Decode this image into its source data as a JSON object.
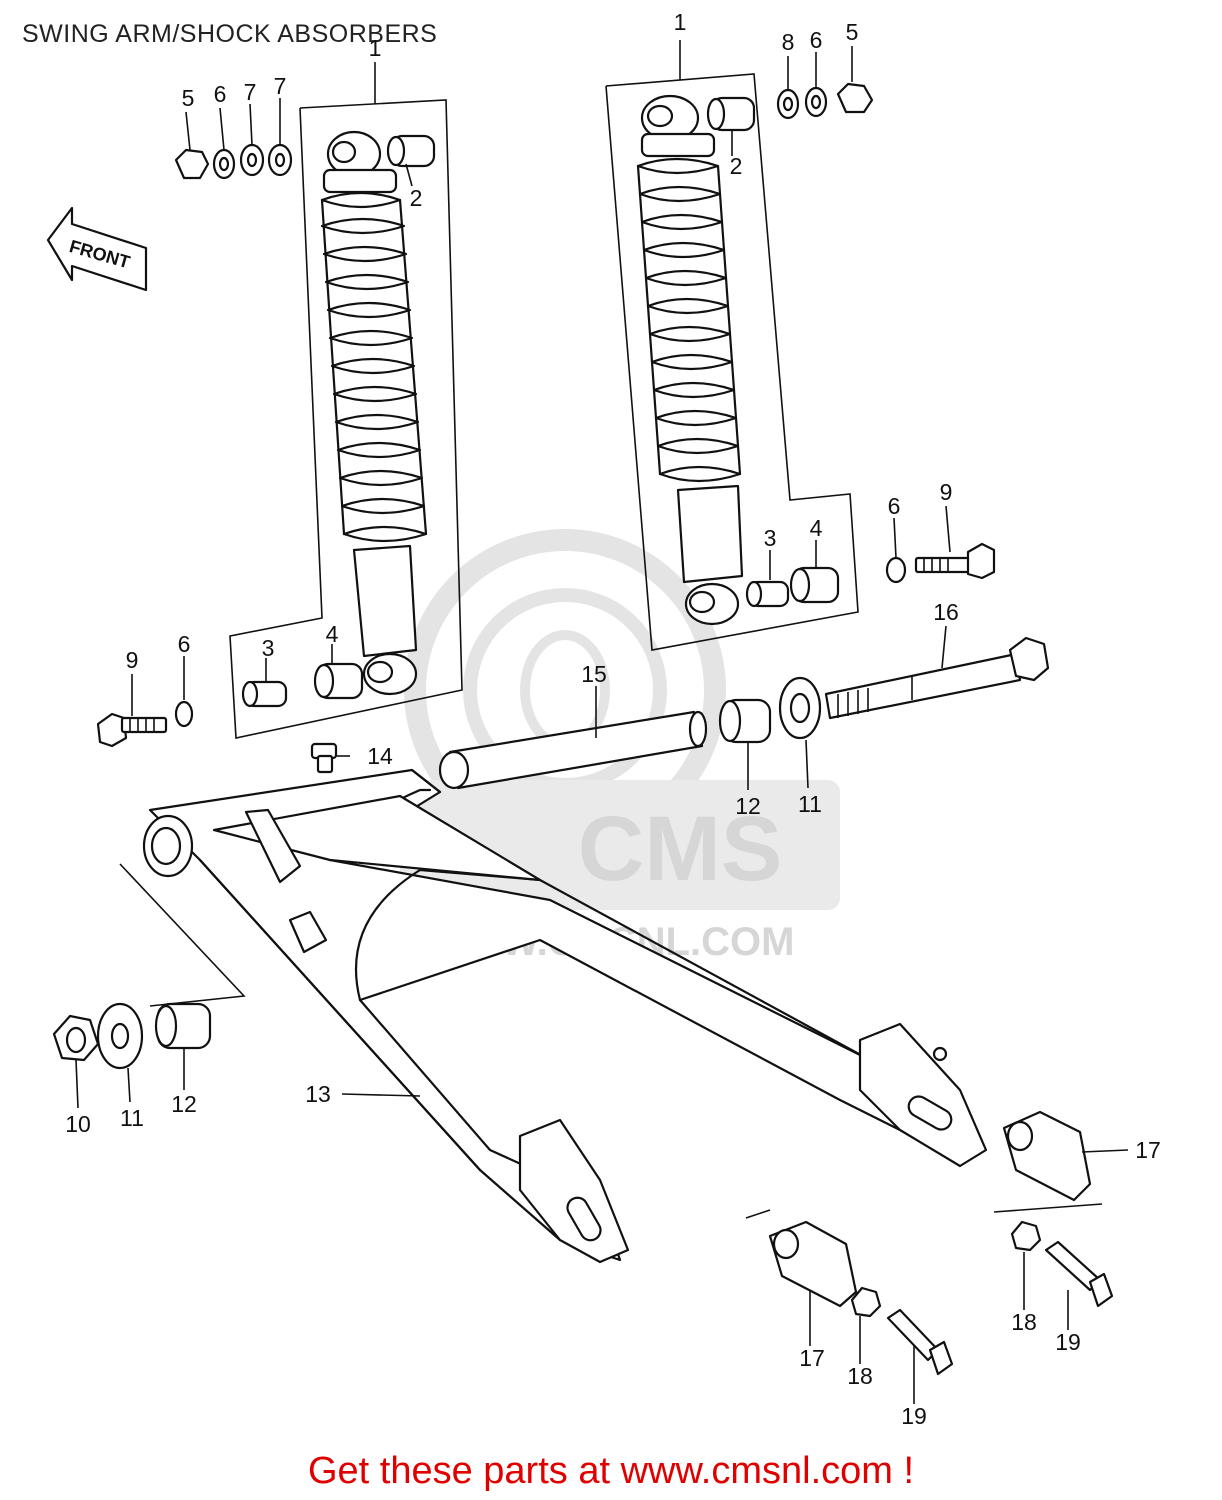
{
  "page": {
    "title": "SWING ARM/SHOCK ABSORBERS"
  },
  "watermark": {
    "brand": "CMS",
    "url": "WWW.CMSNL.COM"
  },
  "front_arrow": {
    "label": "FRONT"
  },
  "callouts": {
    "c1": "1",
    "c2": "1",
    "c3": "2",
    "c4": "2",
    "c5": "3",
    "c6": "3",
    "c7": "4",
    "c8": "4",
    "c9": "5",
    "c10": "5",
    "c11": "6",
    "c12": "6",
    "c13": "6",
    "c14": "6",
    "c15": "7",
    "c16": "7",
    "c17": "8",
    "c18": "9",
    "c19": "9",
    "c20": "10",
    "c21": "11",
    "c22": "11",
    "c23": "12",
    "c24": "12",
    "c25": "13",
    "c26": "14",
    "c27": "15",
    "c28": "16",
    "c29": "17",
    "c30": "17",
    "c31": "18",
    "c32": "18",
    "c33": "19",
    "c34": "19"
  },
  "footer": {
    "text": "Get these parts at www.cmsnl.com !"
  }
}
